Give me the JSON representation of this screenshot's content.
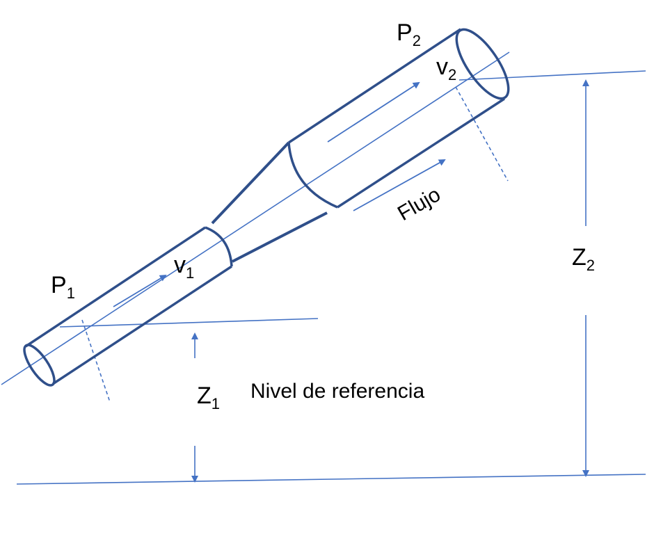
{
  "colors": {
    "pipe": "#2F4F8A",
    "line": "#4472C4",
    "text": "#000000",
    "background": "#FFFFFF"
  },
  "labels": {
    "p1": {
      "main": "P",
      "sub": "1"
    },
    "p2": {
      "main": "P",
      "sub": "2"
    },
    "v1": {
      "main": "v",
      "sub": "1"
    },
    "v2": {
      "main": "v",
      "sub": "2"
    },
    "z1": {
      "main": "Z",
      "sub": "1"
    },
    "z2": {
      "main": "Z",
      "sub": "2"
    },
    "flow": "Flujo",
    "reference": "Nivel de referencia"
  }
}
